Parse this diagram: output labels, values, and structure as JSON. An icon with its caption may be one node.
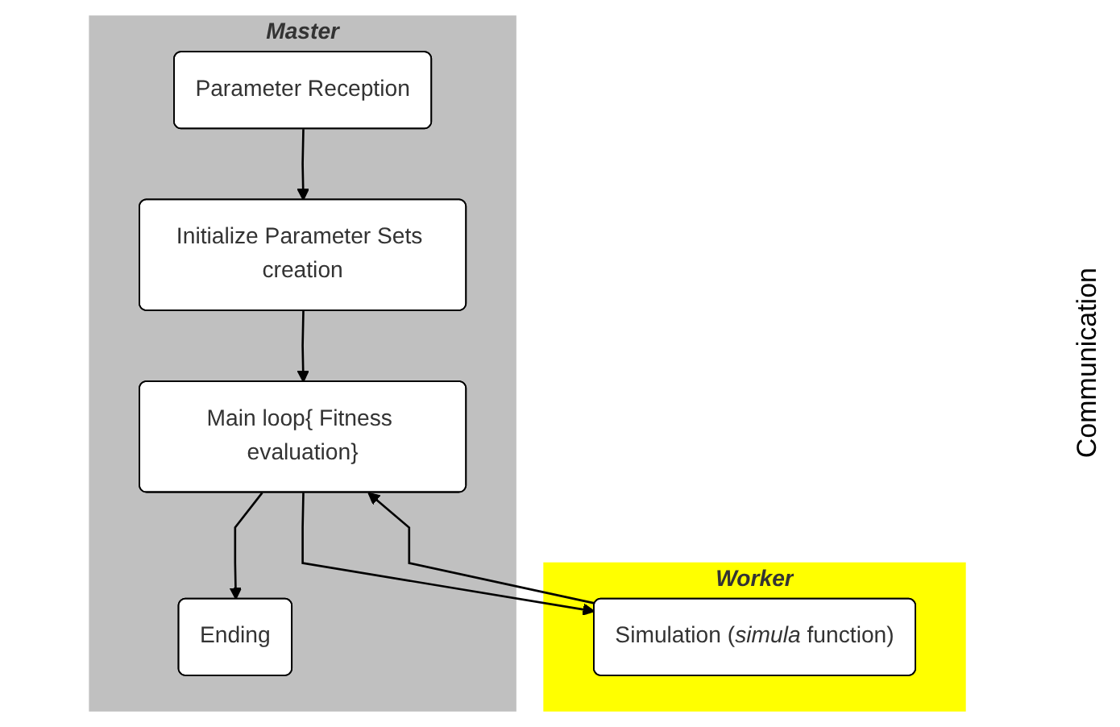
{
  "diagram": {
    "nodes": [
      {
        "text": [
          "Master"
        ]
      },
      {
        "text": [
          "Parameter Reception"
        ],
        "in": 0
      },
      {
        "text": [
          "Initialize Parameter Sets creation"
        ],
        "in": 0
      },
      {
        "text": [
          "Main loop{ Fitness evaluation}"
        ],
        "in": 0
      },
      {
        "text": [
          "Ending"
        ],
        "in": 0
      },
      {
        "text": [
          "Worker"
        ]
      },
      {
        "text": [
          "Simulation (*simula* function)"
        ],
        "in": 5
      }
    ],
    "edges": [
      {
        "from": 1,
        "to": 2,
        "arrow": "to"
      },
      {
        "from": 2,
        "to": 3,
        "arrow": "to"
      },
      {
        "from": 3,
        "to": 6,
        "arrow": "to"
      },
      {
        "from": 6,
        "to": 3,
        "arrow": "to"
      },
      {
        "from": 3,
        "to": 4,
        "arrow": "to"
      }
    ],
    "labels": [
      "Communication"
    ]
  }
}
